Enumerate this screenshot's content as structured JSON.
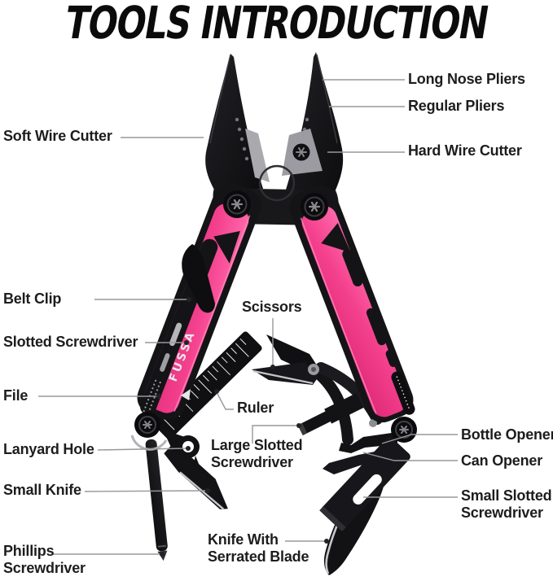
{
  "title": "TOOLS INTRODUCTION",
  "brand": "FUSSA",
  "colors": {
    "background": "#ffffff",
    "tool_black": "#17171a",
    "handle_pink": "#f4418e",
    "pink_highlight": "#ff7ab4",
    "silver": "#b9b9bd",
    "label_text": "#1d1d1d",
    "leader_line": "#98989c"
  },
  "labels": {
    "long_nose_pliers": "Long Nose Pliers",
    "regular_pliers": "Regular Pliers",
    "soft_wire_cutter": "Soft Wire Cutter",
    "hard_wire_cutter": "Hard Wire Cutter",
    "belt_clip": "Belt Clip",
    "slotted_screwdriver": "Slotted Screwdriver",
    "scissors": "Scissors",
    "file": "File",
    "ruler": "Ruler",
    "lanyard_hole": "Lanyard Hole",
    "large_slotted_screwdriver": "Large Slotted Screwdriver",
    "bottle_opener": "Bottle Opener",
    "can_opener": "Can Opener",
    "small_knife": "Small Knife",
    "small_slotted_screwdriver": "Small Slotted Screwdriver",
    "phillips_screwdriver": "Phillips Screwdriver",
    "knife_with_serrated_blade": "Knife With Serrated Blade"
  }
}
